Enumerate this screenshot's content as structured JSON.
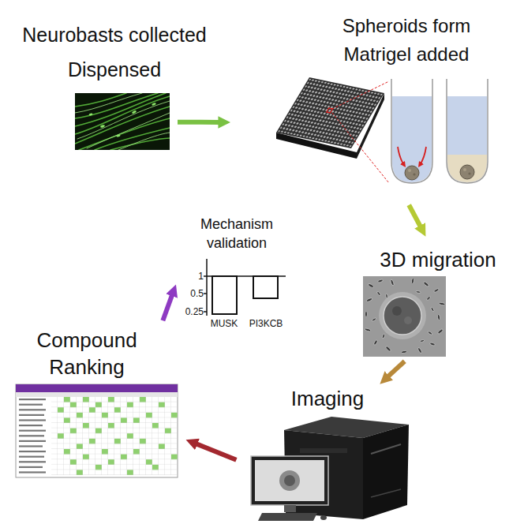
{
  "diagram": {
    "nodes": [
      {
        "text": [
          "Neurobasts collected Dispensed"
        ]
      },
      {
        "text": [
          "Spheroids form Matrigel added"
        ]
      },
      {
        "text": [
          "3D migration"
        ]
      },
      {
        "text": [
          "Imaging"
        ]
      },
      {
        "text": [
          "Compound Ranking"
        ]
      },
      {
        "text": [
          "Mechanism validation"
        ]
      }
    ],
    "edges": [
      {
        "from": 0,
        "to": 1,
        "arrow": "to"
      },
      {
        "from": 1,
        "to": 2,
        "arrow": "to"
      },
      {
        "from": 2,
        "to": 3,
        "arrow": "to"
      },
      {
        "from": 3,
        "to": 4,
        "arrow": "to"
      },
      {
        "from": 4,
        "to": 5,
        "arrow": "to"
      }
    ],
    "labels": [
      "1",
      "0.5",
      "0.25",
      "MUSK",
      "PI3KCB"
    ]
  }
}
